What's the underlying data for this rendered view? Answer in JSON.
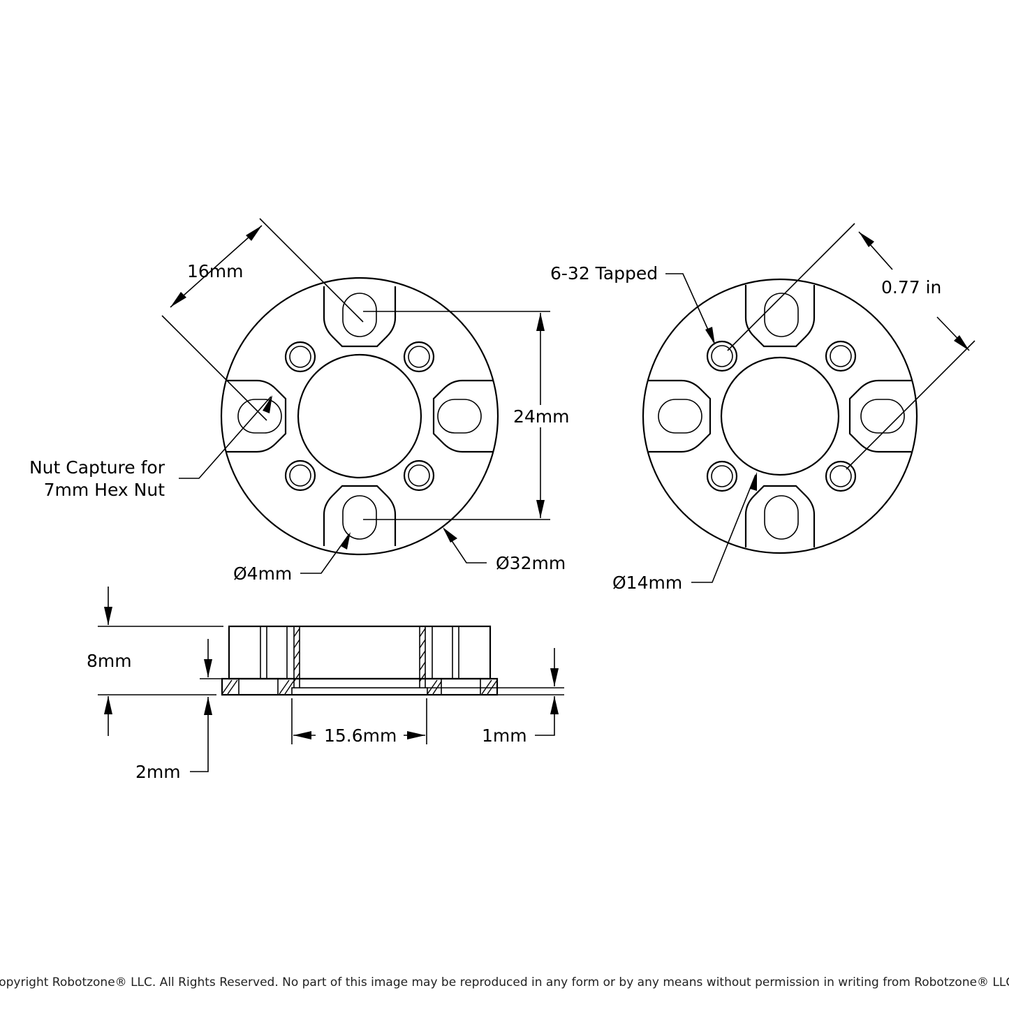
{
  "labels": {
    "d16": "16mm",
    "d24": "24mm",
    "nut_line1": "Nut Capture for",
    "nut_line2": "7mm Hex Nut",
    "d4": "Ø4mm",
    "d32": "Ø32mm",
    "tapped": "6-32 Tapped",
    "d077": "0.77 in",
    "d14": "Ø14mm",
    "d8": "8mm",
    "d156": "15.6mm",
    "d1": "1mm",
    "d2": "2mm"
  },
  "copyright": "Copyright Robotzone® LLC.  All Rights Reserved. No part of this image may be reproduced in any form or by any means without permission in writing from Robotzone® LLC."
}
